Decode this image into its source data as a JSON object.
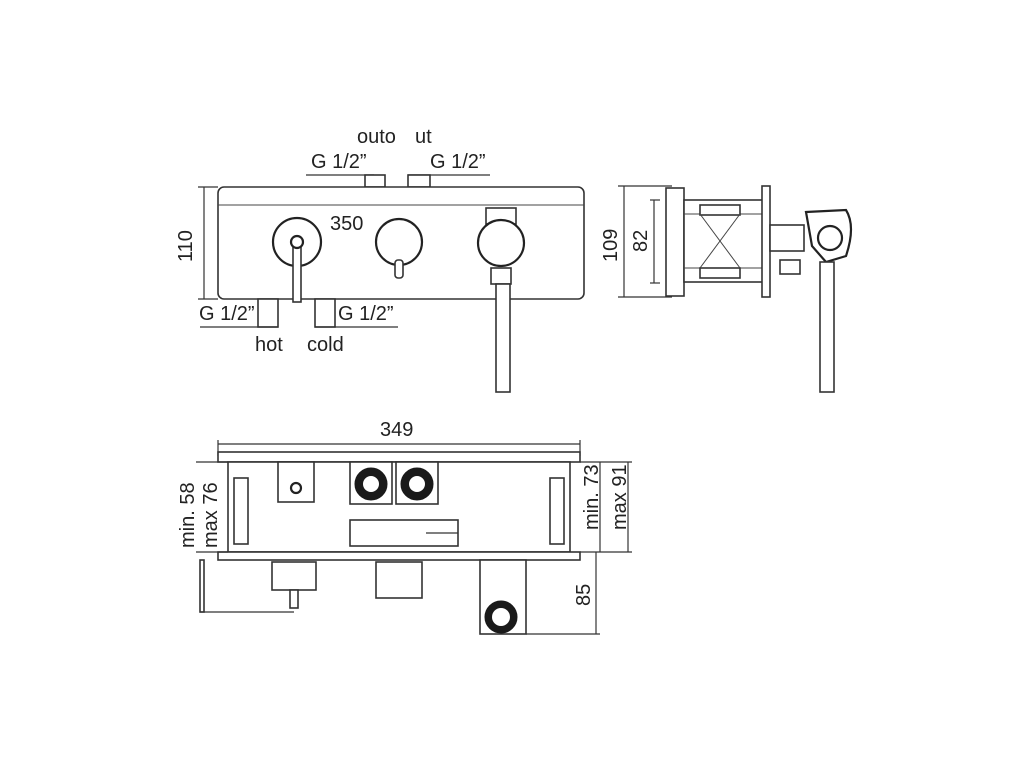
{
  "front_view": {
    "label_outlet_left": "outo",
    "label_outlet_right": "ut",
    "thread_top_left": "G 1/2”",
    "thread_top_right": "G 1/2”",
    "dim_width": "350",
    "dim_height": "110",
    "thread_bottom_left": "G 1/2”",
    "thread_bottom_right": "G 1/2”",
    "label_hot": "hot",
    "label_cold": "cold"
  },
  "side_view": {
    "dim_total": "109",
    "dim_inner": "82"
  },
  "plan_view": {
    "dim_width": "349",
    "dim_left_min": "min. 58",
    "dim_left_max": "max 76",
    "dim_right_min": "min. 73",
    "dim_right_max": "max 91",
    "dim_spout": "85"
  }
}
